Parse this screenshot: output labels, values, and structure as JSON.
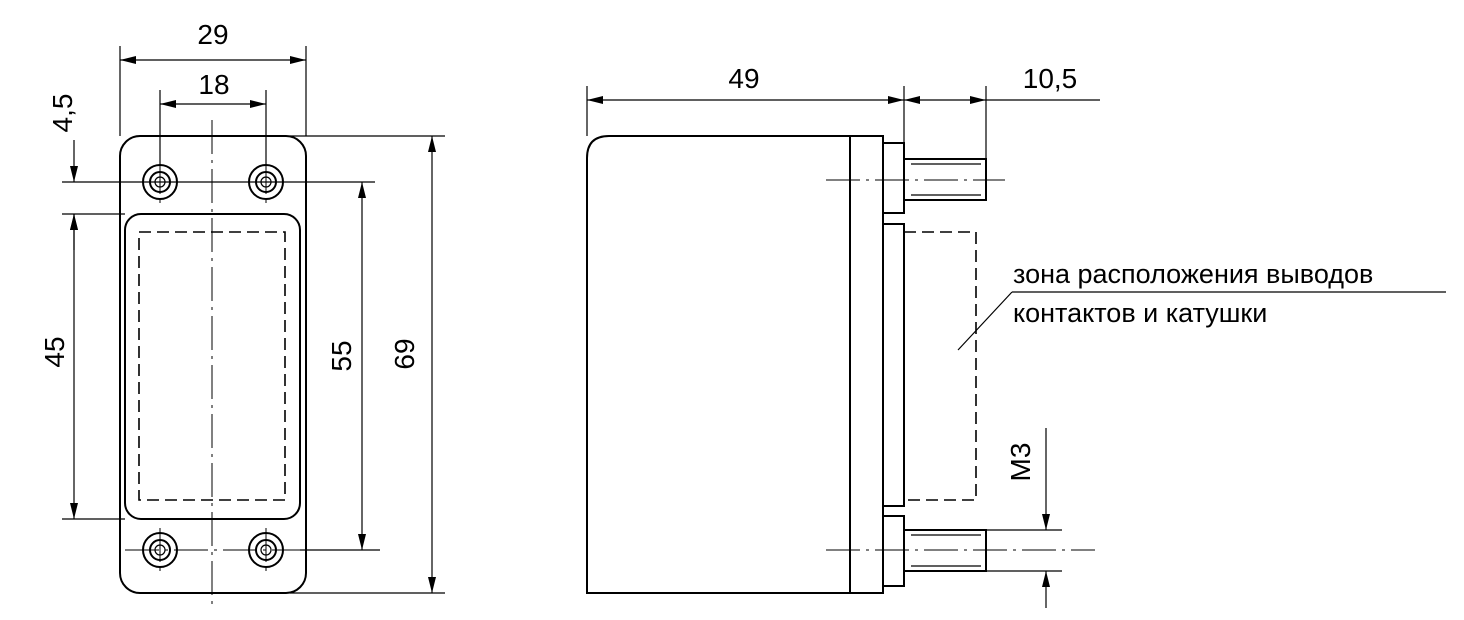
{
  "dimensions": {
    "width_total": "29",
    "hole_spacing_x": "18",
    "edge_offset": "4,5",
    "window_height": "45",
    "hole_spacing_y": "55",
    "height_total": "69",
    "depth_body": "49",
    "pin_length": "10,5",
    "thread": "M3"
  },
  "note": {
    "line1": "зона расположения выводов",
    "line2": "контактов и катушки"
  }
}
